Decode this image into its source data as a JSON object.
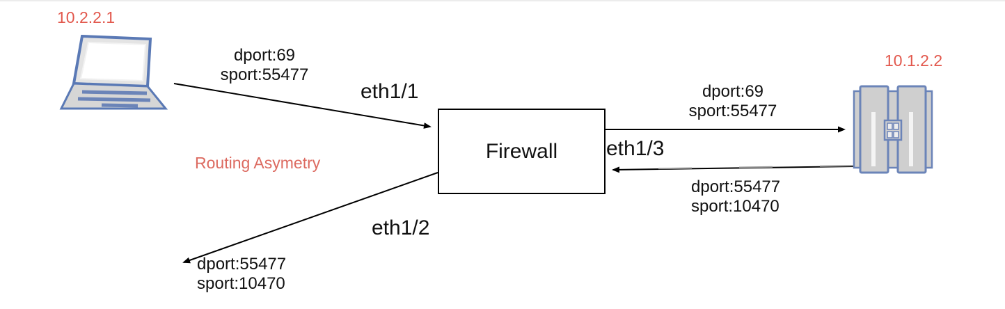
{
  "diagram": {
    "note": "Routing Asymetry",
    "colors": {
      "ip_label": "#e2574c",
      "note_label": "#dc6a60",
      "node_stroke": "#6b84b8",
      "node_fill": "#cfcfcf",
      "wire": "#000000"
    }
  },
  "nodes": {
    "client": {
      "ip": "10.2.2.1",
      "icon": "laptop-icon"
    },
    "firewall": {
      "label": "Firewall"
    },
    "server": {
      "ip": "10.1.2.2",
      "icon": "server-icon"
    }
  },
  "interfaces": {
    "eth1_1": "eth1/1",
    "eth1_2": "eth1/2",
    "eth1_3": "eth1/3"
  },
  "flows": {
    "client_to_firewall": {
      "dport": "dport:69",
      "sport": "sport:55477"
    },
    "firewall_to_server": {
      "dport": "dport:69",
      "sport": "sport:55477"
    },
    "server_to_firewall": {
      "dport": "dport:55477",
      "sport": "sport:10470"
    },
    "firewall_to_client": {
      "dport": "dport:55477",
      "sport": "sport:10470"
    }
  }
}
